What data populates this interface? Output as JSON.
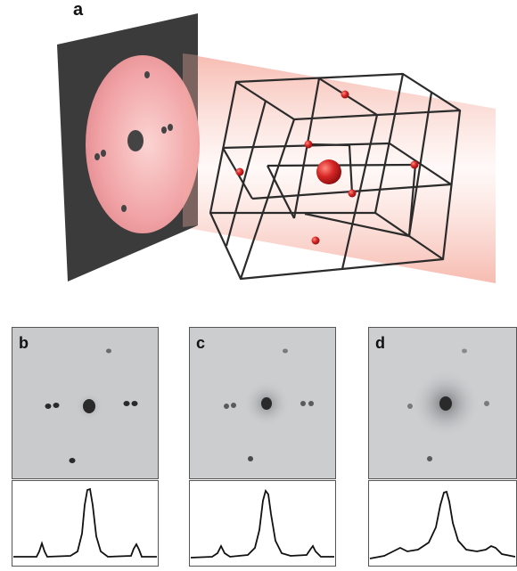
{
  "figure": {
    "panel_a_label": "a",
    "panels": [
      {
        "id": "b",
        "label": "b"
      },
      {
        "id": "c",
        "label": "c"
      },
      {
        "id": "d",
        "label": "d"
      }
    ]
  },
  "colors": {
    "screen": "#3a3a3a",
    "disc_center": "#f6b3b3",
    "disc_edge": "#e98f94",
    "beam": "#f7c9bf",
    "lattice": "#2b2b2b",
    "atom": "#cc1f1f",
    "pattern_bg": "#c9cbcd",
    "trace": "#111111"
  }
}
